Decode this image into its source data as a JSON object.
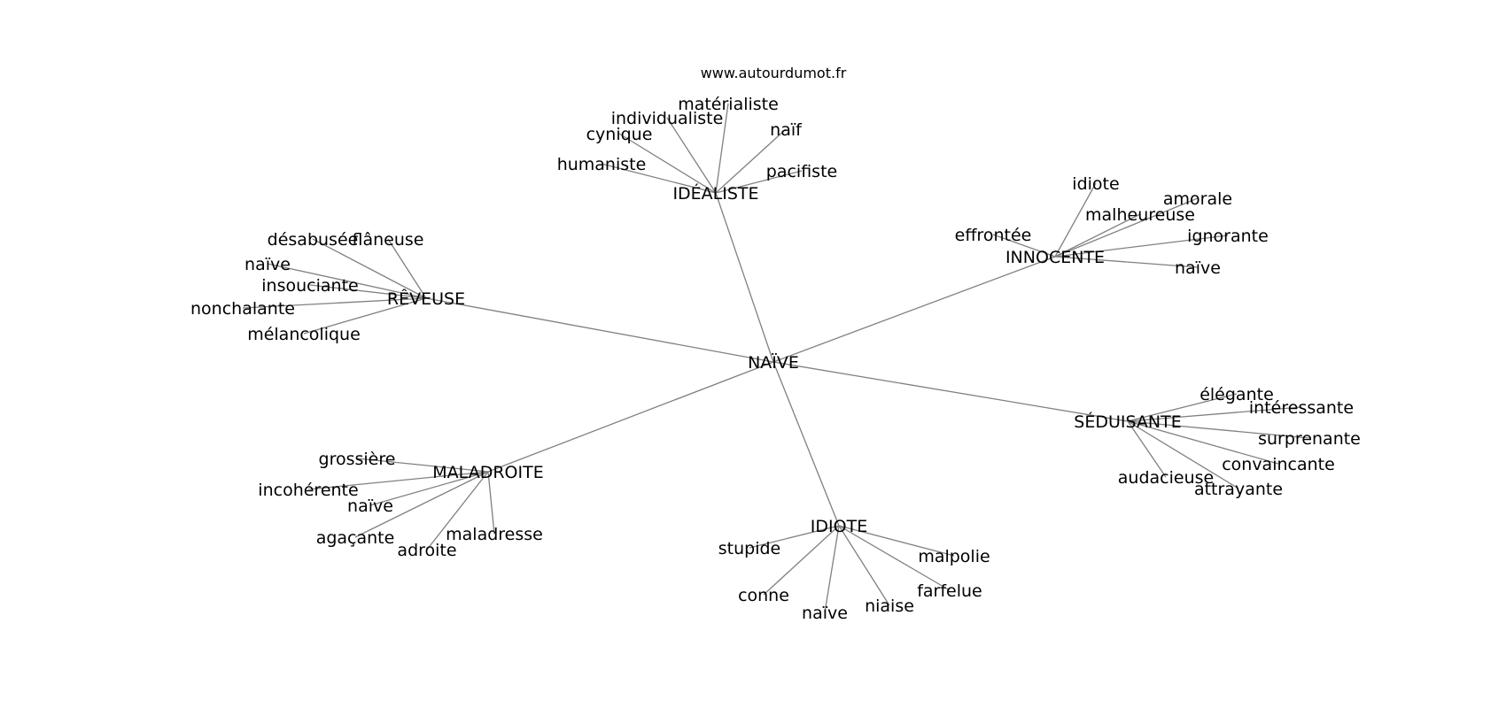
{
  "source": "www.autourdumot.fr",
  "root": "NAÏVE",
  "clusters": [
    {
      "id": "idealiste",
      "label": "IDÉALISTE",
      "words": [
        "individualiste",
        "matérialiste",
        "cynique",
        "naïf",
        "humaniste",
        "pacifiste"
      ]
    },
    {
      "id": "innocente",
      "label": "INNOCENTE",
      "words": [
        "idiote",
        "amorale",
        "malheureuse",
        "effrontée",
        "ignorante",
        "naïve"
      ]
    },
    {
      "id": "reveuse",
      "label": "RÊVEUSE",
      "words": [
        "désabusée",
        "flâneuse",
        "naïve",
        "insouciante",
        "nonchalante",
        "mélancolique"
      ]
    },
    {
      "id": "seduisante",
      "label": "SÉDUISANTE",
      "words": [
        "élégante",
        "intéressante",
        "surprenante",
        "convaincante",
        "audacieuse",
        "attrayante"
      ]
    },
    {
      "id": "maladroite",
      "label": "MALADROITE",
      "words": [
        "grossière",
        "incohérente",
        "naïve",
        "agaçante",
        "maladresse",
        "adroite"
      ]
    },
    {
      "id": "idiote",
      "label": "IDIOTE",
      "words": [
        "stupide",
        "malpolie",
        "farfelue",
        "conne",
        "niaise",
        "naïve"
      ]
    }
  ]
}
